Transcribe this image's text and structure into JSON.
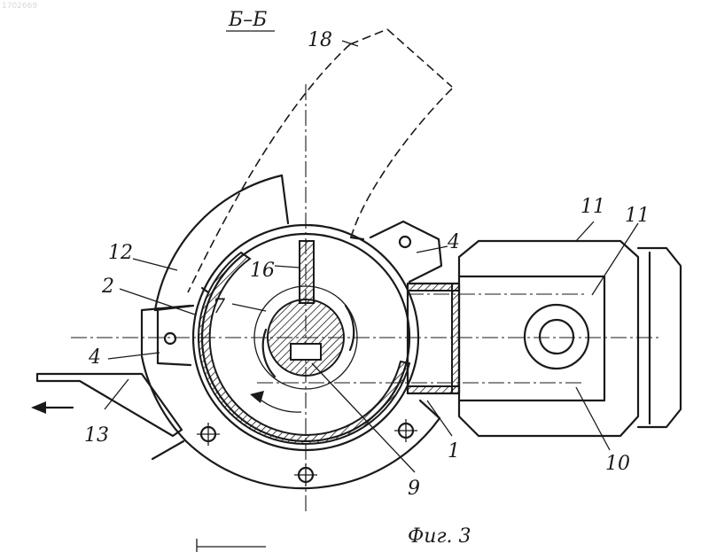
{
  "watermark": "1702669",
  "section_title": "Б–Б",
  "figure_caption": "Фиг. 3",
  "labels": {
    "l18": "18",
    "l11a": "11",
    "l11b": "11",
    "l4right": "4",
    "l12": "12",
    "l16": "16",
    "l2": "2",
    "l7": "7",
    "l4left": "4",
    "l13": "13",
    "l1": "1",
    "l10": "10",
    "l9": "9"
  }
}
